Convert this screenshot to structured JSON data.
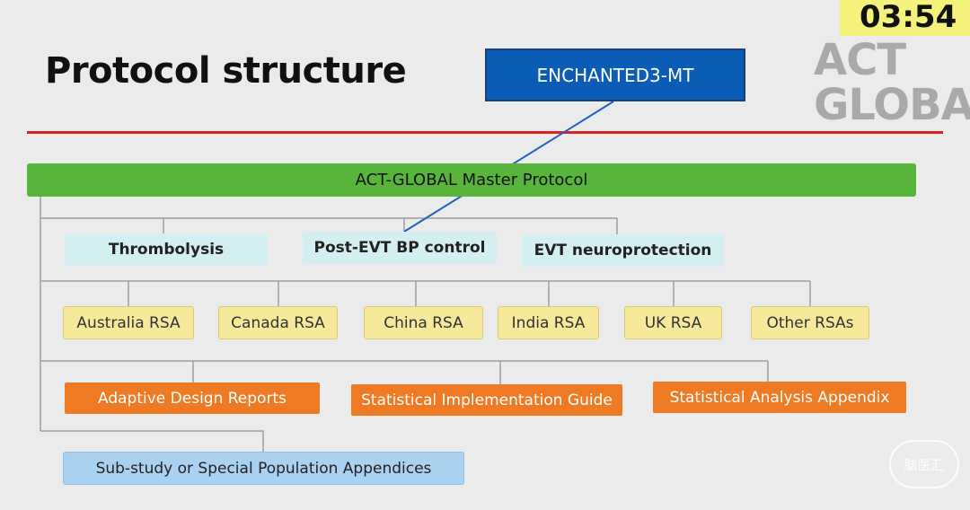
{
  "slide": {
    "title": "Protocol structure",
    "trial": "ENCHANTED3-MT",
    "master": "ACT-GLOBAL Master Protocol"
  },
  "domains": [
    "Thrombolysis",
    "Post-EVT BP control",
    "EVT neuroprotection"
  ],
  "rsas": [
    "Australia RSA",
    "Canada RSA",
    "China RSA",
    "India RSA",
    "UK RSA",
    "Other RSAs"
  ],
  "documents": [
    "Adaptive Design Reports",
    "Statistical Implementation Guide",
    "Statistical Analysis Appendix"
  ],
  "appendices": "Sub-study or Special Population Appendices",
  "logo": {
    "line1": "ACT",
    "line2": "GLOBAL"
  },
  "timer": "03:54",
  "watermark": "脑医汇",
  "colors": {
    "red_line": "#e0201f",
    "master": "#58b43a",
    "trial": "#0b5cb5",
    "domain": "#d3eff2",
    "rsa": "#f6e99b",
    "doc": "#ee7a23",
    "appendix": "#a9d2f0"
  }
}
